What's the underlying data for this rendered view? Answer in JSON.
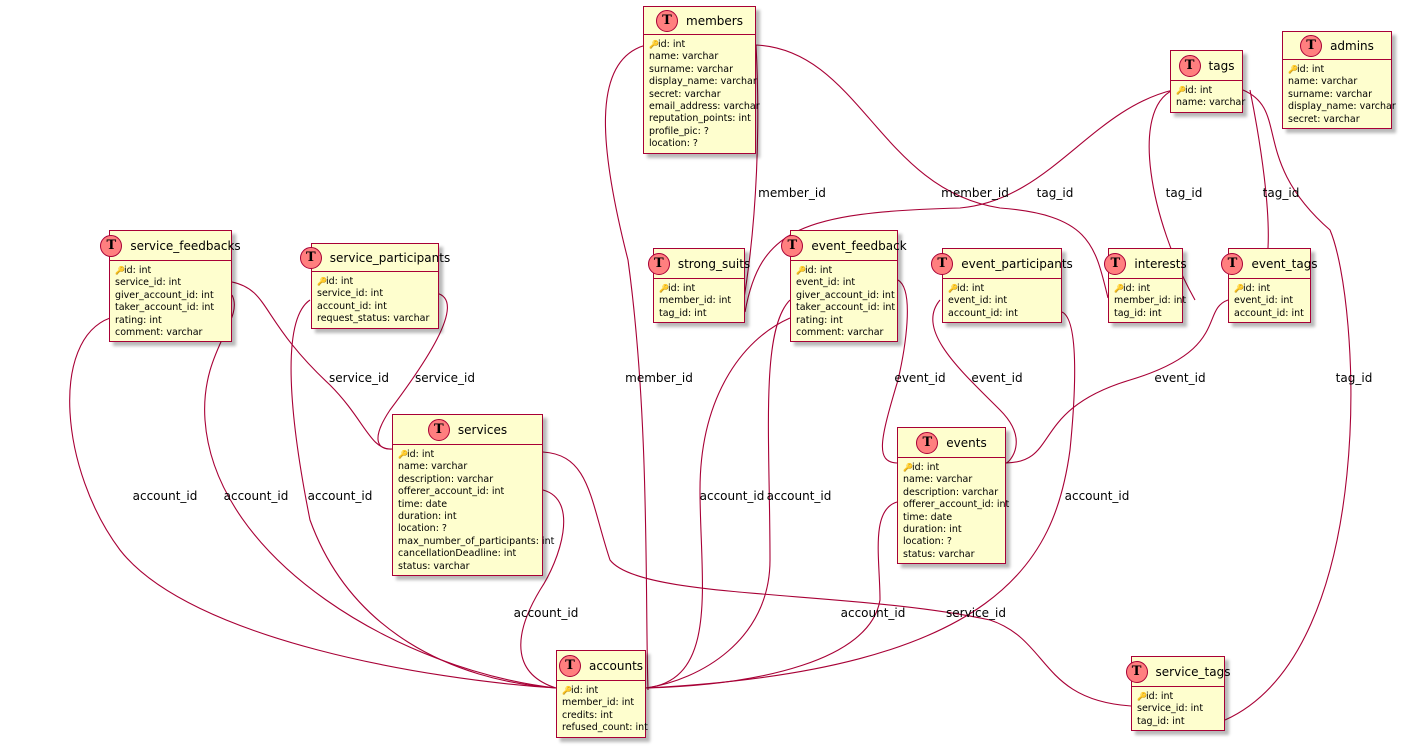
{
  "key_glyph": "🔑",
  "entities": {
    "members": {
      "name": "members",
      "fields": [
        "id: int",
        "name: varchar",
        "surname: varchar",
        "display_name: varchar",
        "secret: varchar",
        "email_address: varchar",
        "reputation_points: int",
        "profile_pic: ?",
        "location: ?"
      ]
    },
    "tags": {
      "name": "tags",
      "fields": [
        "id: int",
        "name: varchar"
      ]
    },
    "admins": {
      "name": "admins",
      "fields": [
        "id: int",
        "name: varchar",
        "surname: varchar",
        "display_name: varchar",
        "secret: varchar"
      ]
    },
    "service_feedbacks": {
      "name": "service_feedbacks",
      "fields": [
        "id: int",
        "service_id: int",
        "giver_account_id: int",
        "taker_account_id: int",
        "rating: int",
        "comment: varchar"
      ]
    },
    "service_participants": {
      "name": "service_participants",
      "fields": [
        "id: int",
        "service_id: int",
        "account_id: int",
        "request_status: varchar"
      ]
    },
    "strong_suits": {
      "name": "strong_suits",
      "fields": [
        "id: int",
        "member_id: int",
        "tag_id: int"
      ]
    },
    "event_feedback": {
      "name": "event_feedback",
      "fields": [
        "id: int",
        "event_id: int",
        "giver_account_id: int",
        "taker_account_id: int",
        "rating: int",
        "comment: varchar"
      ]
    },
    "event_participants": {
      "name": "event_participants",
      "fields": [
        "id: int",
        "event_id: int",
        "account_id: int"
      ]
    },
    "interests": {
      "name": "interests",
      "fields": [
        "id: int",
        "member_id: int",
        "tag_id: int"
      ]
    },
    "event_tags": {
      "name": "event_tags",
      "fields": [
        "id: int",
        "event_id: int",
        "account_id: int"
      ]
    },
    "services": {
      "name": "services",
      "fields": [
        "id: int",
        "name: varchar",
        "description: varchar",
        "offerer_account_id: int",
        "time: date",
        "duration: int",
        "location: ?",
        "max_number_of_participants: int",
        "cancellationDeadline: int",
        "status: varchar"
      ]
    },
    "events": {
      "name": "events",
      "fields": [
        "id: int",
        "name: varchar",
        "description: varchar",
        "offerer_account_id: int",
        "time: date",
        "duration: int",
        "location: ?",
        "status: varchar"
      ]
    },
    "accounts": {
      "name": "accounts",
      "fields": [
        "id: int",
        "member_id: int",
        "credits: int",
        "refused_count: int"
      ]
    },
    "service_tags": {
      "name": "service_tags",
      "fields": [
        "id: int",
        "service_id: int",
        "tag_id: int"
      ]
    }
  },
  "relations": [
    {
      "id": "r1",
      "label": "member_id"
    },
    {
      "id": "r2",
      "label": "member_id"
    },
    {
      "id": "r3",
      "label": "member_id"
    },
    {
      "id": "r4",
      "label": "tag_id"
    },
    {
      "id": "r5",
      "label": "tag_id"
    },
    {
      "id": "r6",
      "label": "tag_id"
    },
    {
      "id": "r7",
      "label": "tag_id"
    },
    {
      "id": "r8",
      "label": "service_id"
    },
    {
      "id": "r9",
      "label": "service_id"
    },
    {
      "id": "r10",
      "label": "service_id"
    },
    {
      "id": "r11",
      "label": "event_id"
    },
    {
      "id": "r12",
      "label": "event_id"
    },
    {
      "id": "r13",
      "label": "event_id"
    },
    {
      "id": "r14",
      "label": "account_id"
    },
    {
      "id": "r15",
      "label": "account_id"
    },
    {
      "id": "r16",
      "label": "account_id"
    },
    {
      "id": "r17",
      "label": "account_id"
    },
    {
      "id": "r18",
      "label": "account_id"
    },
    {
      "id": "r19",
      "label": "account_id"
    },
    {
      "id": "r20",
      "label": "account_id"
    },
    {
      "id": "r21",
      "label": "account_id"
    }
  ]
}
